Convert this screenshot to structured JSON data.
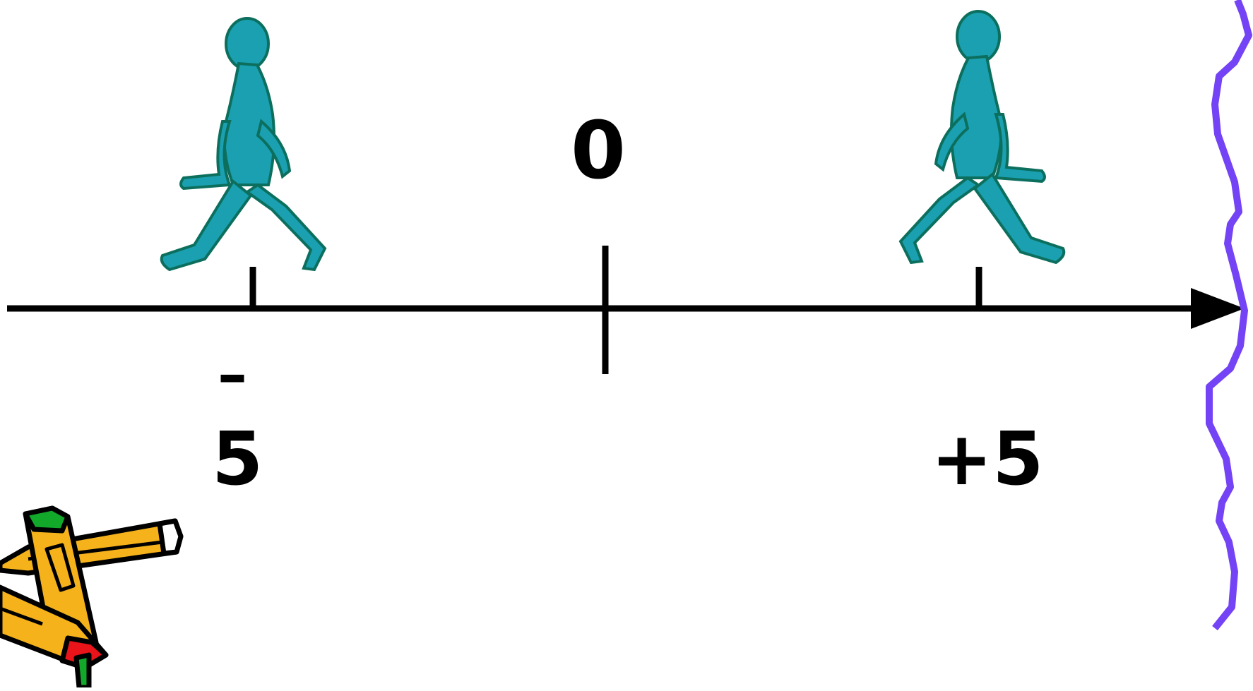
{
  "number_line": {
    "zero_label": "0",
    "negative_sign": "–",
    "negative_value": "5",
    "positive_label": "+5"
  },
  "figures": {
    "left": "walking-person-icon",
    "right": "walking-person-icon",
    "corner": "pencils-clipart"
  },
  "colors": {
    "line": "#000000",
    "walker": "#1aa0b0",
    "wave": "#7443f5",
    "pencil_body": "#f5b21b",
    "pencil_eraser_green": "#12a82a",
    "pencil_tip_red": "#e8141a"
  }
}
